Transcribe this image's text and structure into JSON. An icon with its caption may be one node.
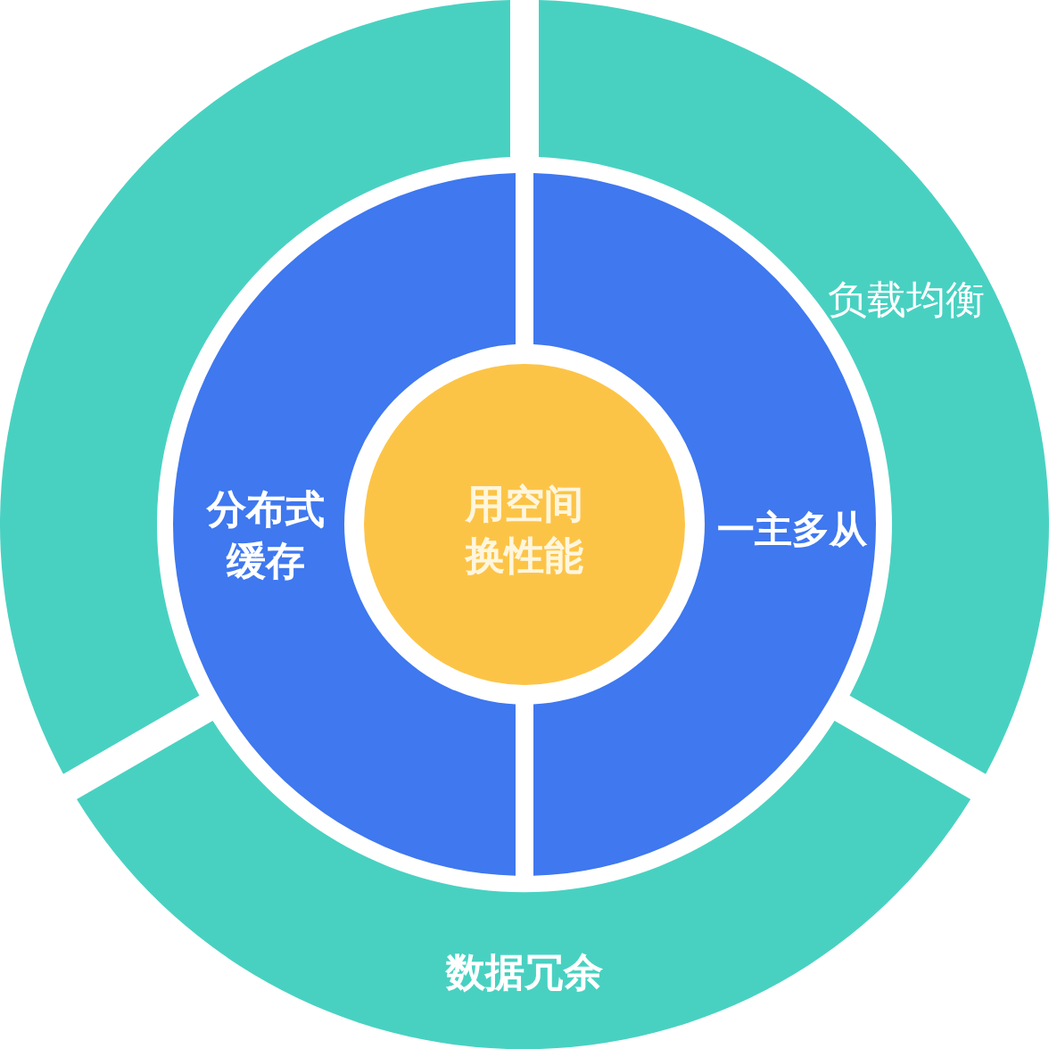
{
  "diagram": {
    "nodes": [
      {
        "text": [],
        "shape": "arc"
      },
      {
        "text": [
          "负载均衡"
        ]
      },
      {
        "text": [
          "分布式缓存"
        ]
      },
      {
        "text": [
          "用空间换性能"
        ]
      },
      {
        "text": [
          "一主多从"
        ]
      },
      {
        "text": [
          "数据冗余"
        ]
      }
    ]
  }
}
